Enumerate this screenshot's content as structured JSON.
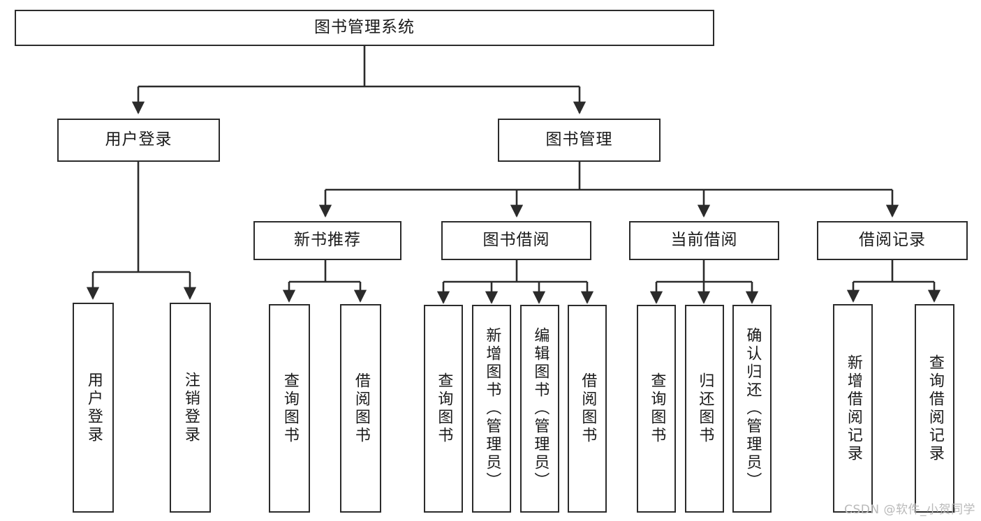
{
  "diagram": {
    "title": "图书管理系统",
    "type": "tree-hierarchy-diagram",
    "colors": {
      "box_border": "#2b2b2b",
      "box_fill": "#ffffff",
      "connector": "#2b2b2b",
      "text": "#1a1a1a",
      "watermark": "#b9b9b9"
    },
    "root": {
      "label": "图书管理系统"
    },
    "level2": [
      {
        "label": "用户登录"
      },
      {
        "label": "图书管理"
      }
    ],
    "level3": [
      {
        "label": "新书推荐"
      },
      {
        "label": "图书借阅"
      },
      {
        "label": "当前借阅"
      },
      {
        "label": "借阅记录"
      }
    ],
    "leaves": {
      "user_login": [
        {
          "label": "用户登录"
        },
        {
          "label": "注销登录"
        }
      ],
      "new_book_recommend": [
        {
          "label": "查询图书"
        },
        {
          "label": "借阅图书"
        }
      ],
      "book_borrow": [
        {
          "label": "查询图书"
        },
        {
          "label": "新增图书（管理员）"
        },
        {
          "label": "编辑图书（管理员）"
        },
        {
          "label": "借阅图书"
        }
      ],
      "current_borrow": [
        {
          "label": "查询图书"
        },
        {
          "label": "归还图书"
        },
        {
          "label": "确认归还（管理员）"
        }
      ],
      "borrow_record": [
        {
          "label": "新增借阅记录"
        },
        {
          "label": "查询借阅记录"
        }
      ]
    }
  },
  "watermark": {
    "text": "CSDN @软件_小贺同学"
  }
}
